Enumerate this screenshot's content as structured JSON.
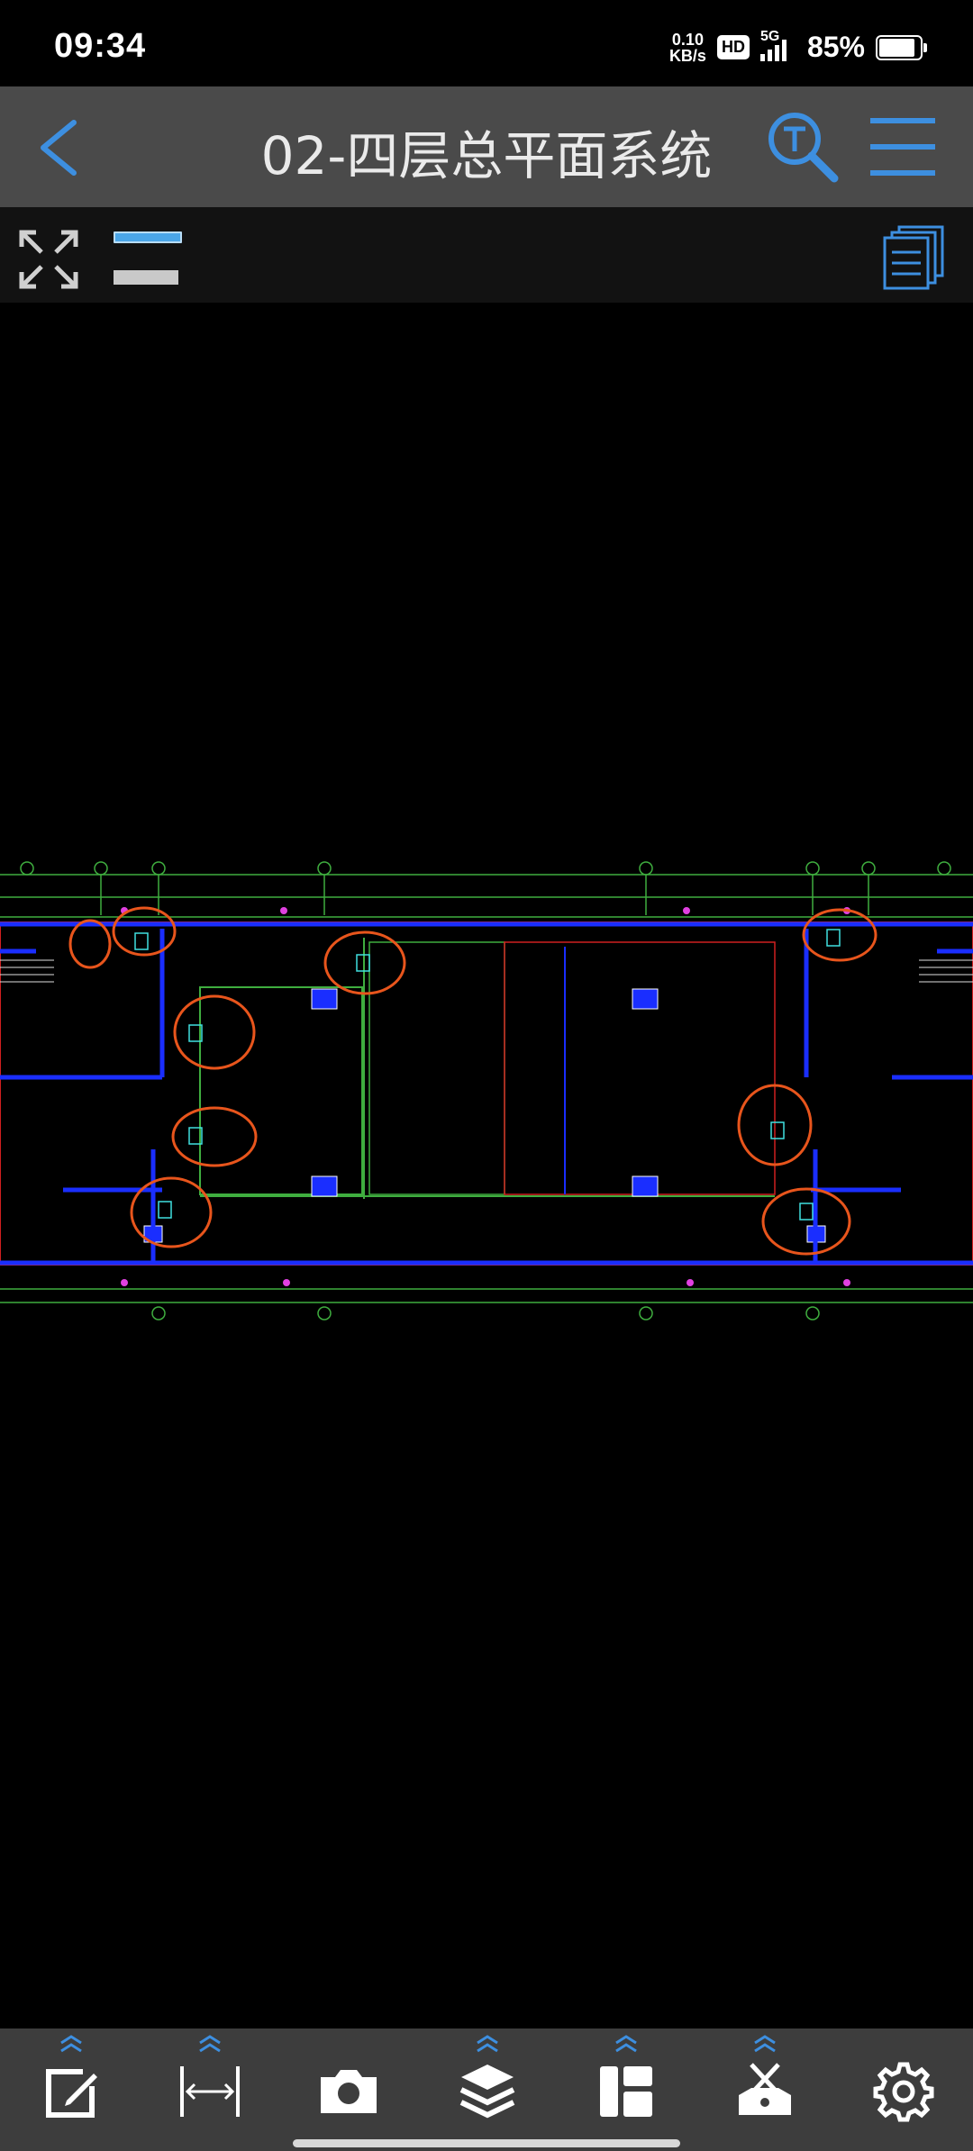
{
  "status_bar": {
    "time": "09:34",
    "net_speed_value": "0.10",
    "net_speed_unit": "KB/s",
    "hd_badge": "HD",
    "network": "5G",
    "battery_percent": "85%"
  },
  "header": {
    "title": "02-四层总平面系统"
  },
  "colors": {
    "accent": "#3d8fe0",
    "titlebar_bg": "#4a4a4a",
    "bottombar_bg": "#3d3d3d",
    "canvas_bg": "#000000",
    "markup_orange": "#e8551c",
    "cad_blue": "#1a2eff",
    "cad_green": "#3fae3f",
    "cad_red": "#d02020",
    "cad_magenta": "#e040e0",
    "cad_cyan": "#40e0e0"
  },
  "icons": {
    "back": "back-arrow-icon",
    "search": "text-search-icon",
    "menu": "hamburger-menu-icon",
    "fullscreen": "expand-arrows-icon",
    "layer_lines": "line-weight-icon",
    "document_list": "document-list-icon"
  },
  "bottom_tools": [
    {
      "name": "edit-annotate",
      "icon": "pencil-square-icon"
    },
    {
      "name": "measure",
      "icon": "measure-distance-icon"
    },
    {
      "name": "camera",
      "icon": "camera-icon"
    },
    {
      "name": "layers",
      "icon": "layers-icon"
    },
    {
      "name": "layout",
      "icon": "layout-panels-icon"
    },
    {
      "name": "tools",
      "icon": "toolbox-icon"
    },
    {
      "name": "settings",
      "icon": "gear-icon"
    }
  ]
}
